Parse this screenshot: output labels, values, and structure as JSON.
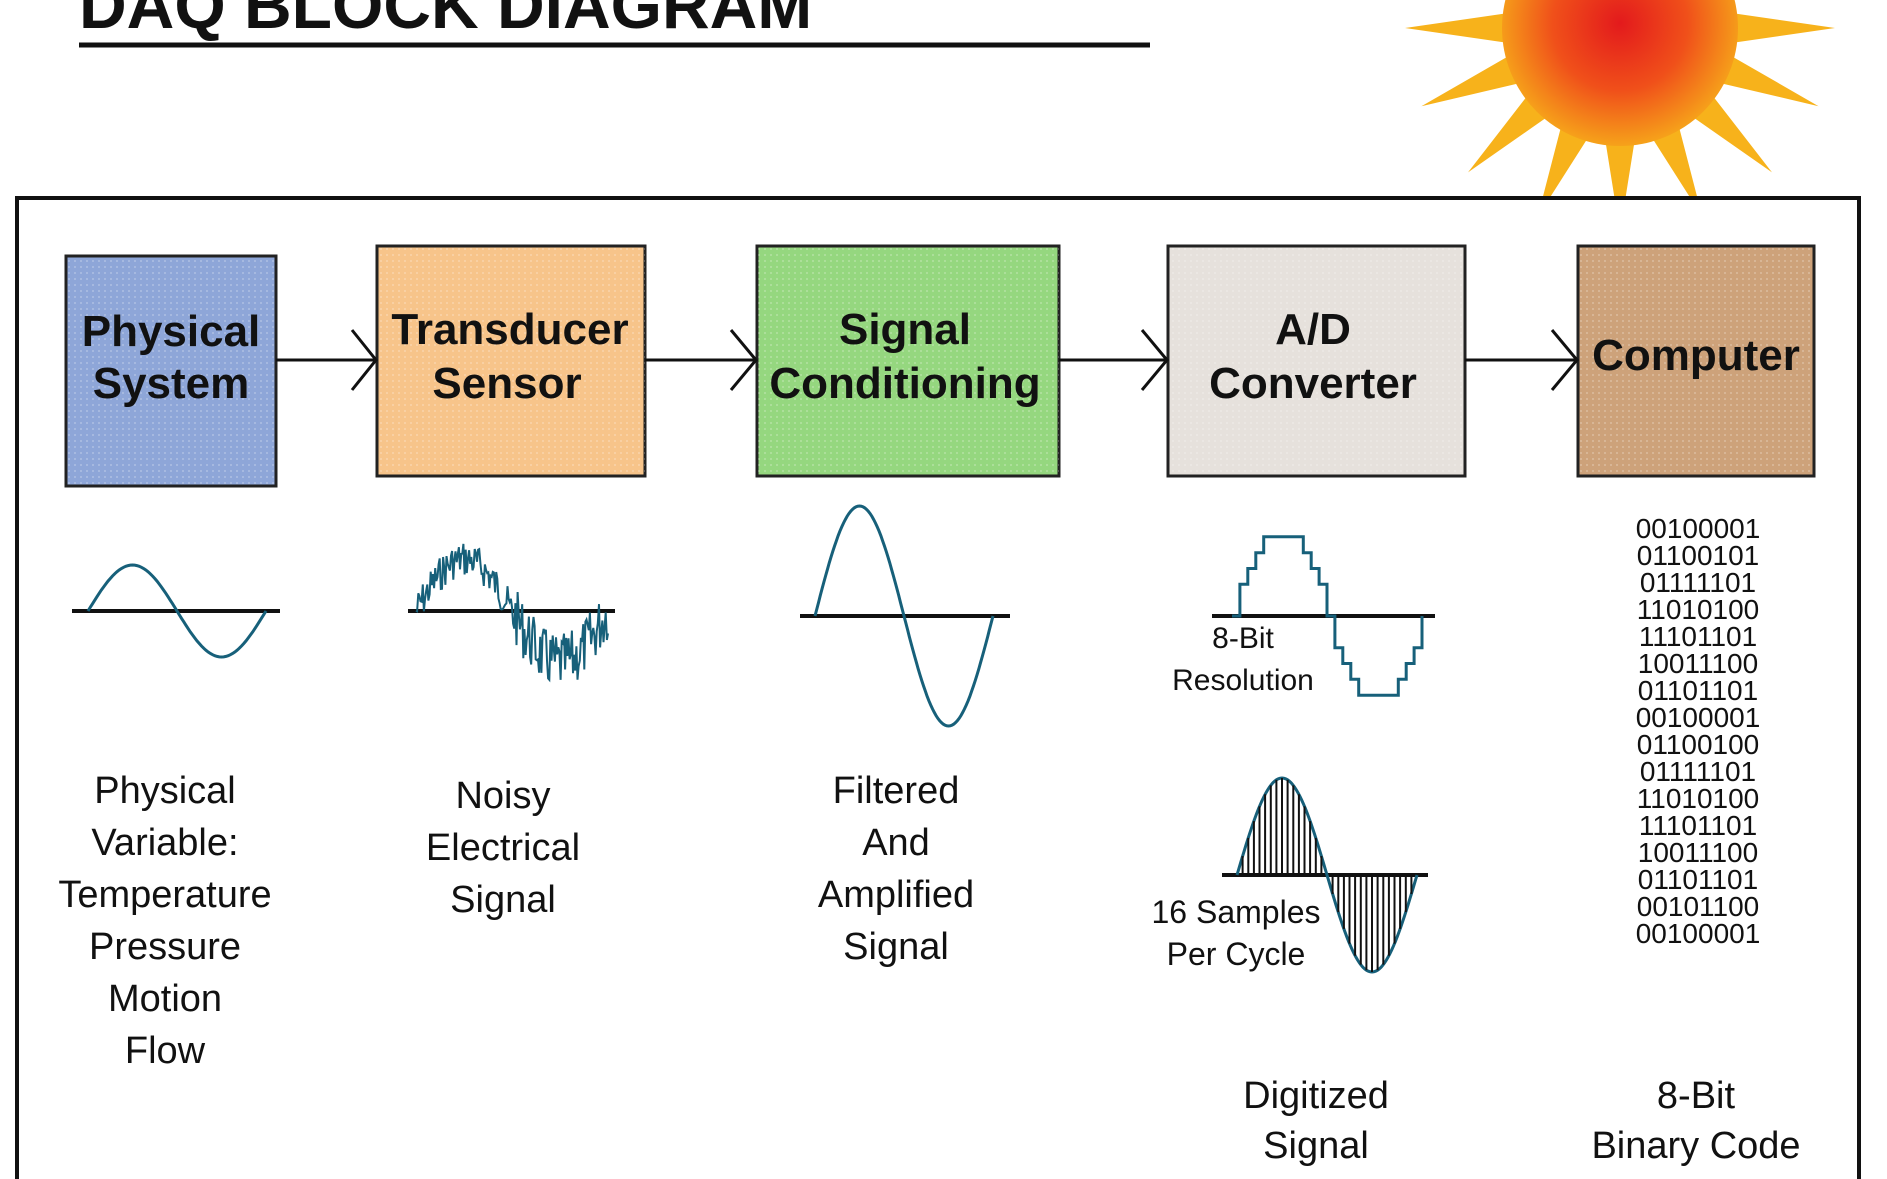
{
  "title": "DAQ BLOCK DIAGRAM",
  "colors": {
    "physical": "#8ea6d8",
    "transducer": "#f7c48a",
    "conditioning": "#95d77f",
    "converter": "#e6e1dc",
    "computer": "#cda27a",
    "wave": "#17607a",
    "sun_core": "#e31a1c",
    "sun_ray": "#f7b21b"
  },
  "blocks": [
    {
      "id": "physical-system",
      "lines": [
        "Physical",
        "System"
      ]
    },
    {
      "id": "transducer-sensor",
      "lines": [
        "Transducer",
        "Sensor"
      ]
    },
    {
      "id": "signal-conditioning",
      "lines": [
        "Signal",
        "Conditioning"
      ]
    },
    {
      "id": "ad-converter",
      "lines": [
        "A/D",
        "Converter"
      ]
    },
    {
      "id": "computer",
      "lines": [
        "Computer"
      ]
    }
  ],
  "captions": {
    "physical": [
      "Physical",
      "Variable:",
      "Temperature",
      "Pressure",
      "Motion",
      "Flow"
    ],
    "noisy": [
      "Noisy",
      "Electrical",
      "Signal"
    ],
    "filtered": [
      "Filtered",
      "And",
      "Amplified",
      "Signal"
    ],
    "resolution": [
      "8-Bit",
      "Resolution"
    ],
    "samples": [
      "16 Samples",
      "Per Cycle"
    ],
    "digitized": [
      "Digitized",
      "Signal"
    ],
    "binary_label": [
      "8-Bit",
      "Binary Code"
    ]
  },
  "binary_codes": [
    "00100001",
    "01100101",
    "01111101",
    "11010100",
    "11101101",
    "10011100",
    "01101101",
    "00100001",
    "01100100",
    "01111101",
    "11010100",
    "11101101",
    "10011100",
    "01101101",
    "00101100",
    "00100001"
  ]
}
